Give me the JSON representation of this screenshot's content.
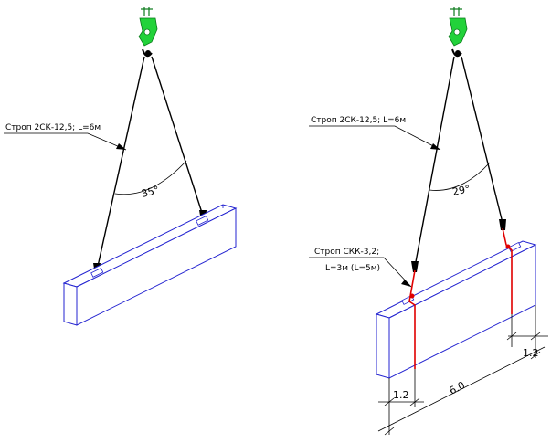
{
  "left_scheme": {
    "sling_label": "Строп 2СК-12,5; L=6м",
    "angle_label": "35°"
  },
  "right_scheme": {
    "sling_label": "Строп 2СК-12,5; L=6м",
    "angle_label": "29°",
    "aux_sling_label_line1": "Строп СКК-3,2;",
    "aux_sling_label_line2": "L=3м (L=5м)",
    "dim_left": "1.2",
    "dim_right": "1.2",
    "dim_total": "6.0"
  },
  "colors": {
    "beam": "#2323d0",
    "hook": "#22d23a",
    "aux_sling": "#e00000",
    "sling": "#000000"
  }
}
